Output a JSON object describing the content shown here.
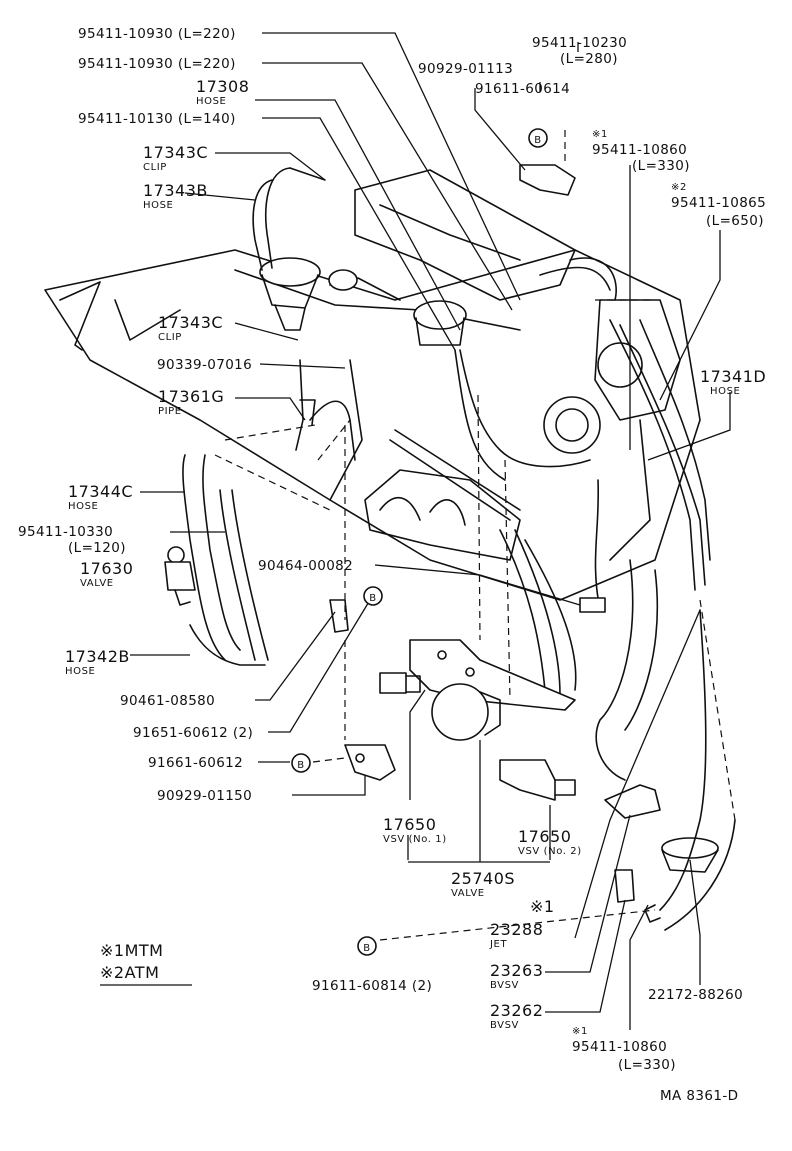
{
  "labels": {
    "hose_10930_a": "95411-10930 (L=220)",
    "hose_10930_b": "95411-10930 (L=220)",
    "part_17308": "17308",
    "part_17308_desc": "HOSE",
    "hose_10130": "95411-10130 (L=140)",
    "clip_17343C_a": "17343C",
    "clip_17343C_a_desc": "CLIP",
    "hose_17343B": "17343B",
    "hose_17343B_desc": "HOSE",
    "clip_17343C_b": "17343C",
    "clip_17343C_b_desc": "CLIP",
    "part_90339": "90339-07016",
    "pipe_17361G": "17361G",
    "pipe_17361G_desc": "PIPE",
    "hose_17344C": "17344C",
    "hose_17344C_desc": "HOSE",
    "hose_10330": "95411-10330",
    "hose_10330_len": "(L=120)",
    "valve_17630": "17630",
    "valve_17630_desc": "VALVE",
    "hose_17342B": "17342B",
    "hose_17342B_desc": "HOSE",
    "part_90461": "90461-08580",
    "part_91651": "91651-60612 (2)",
    "part_91661": "91661-60612",
    "part_90929_150": "90929-01150",
    "hose_10230": "95411-10230",
    "hose_10230_len": "(L=280)",
    "part_90929_113": "90929-01113",
    "part_91611_614": "91611-60614",
    "note1_top": "※1",
    "hose_10860_top": "95411-10860",
    "hose_10860_top_len": "(L=330)",
    "note2_top": "※2",
    "hose_10865": "95411-10865",
    "hose_10865_len": "(L=650)",
    "hose_17341D": "17341D",
    "hose_17341D_desc": "HOSE",
    "part_90464": "90464-00082",
    "vsv1": "17650",
    "vsv1_desc": "VSV (No. 1)",
    "vsv2": "17650",
    "vsv2_desc": "VSV (No. 2)",
    "valve_25740S": "25740S",
    "valve_25740S_desc": "VALVE",
    "note1_jet": "※1",
    "jet_23288": "23288",
    "jet_23288_desc": "JET",
    "bvsv_23263": "23263",
    "bvsv_23263_desc": "BVSV",
    "bvsv_23262": "23262",
    "bvsv_23262_desc": "BVSV",
    "part_91611_814": "91611-60814 (2)",
    "note1_bottom": "※1",
    "hose_10860_bot": "95411-10860",
    "hose_10860_bot_len": "(L=330)",
    "part_22172": "22172-88260",
    "legend_1": "※1MTM",
    "legend_2": "※2ATM",
    "bolt_mark": "B",
    "drawing_code": "MA  8361-D"
  }
}
